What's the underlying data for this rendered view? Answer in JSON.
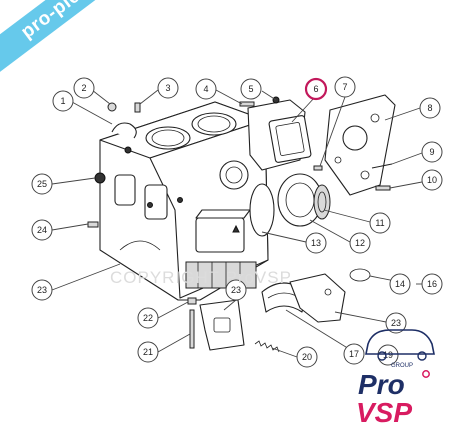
{
  "callouts": [
    {
      "label": "1"
    },
    {
      "label": "2"
    },
    {
      "label": "3"
    },
    {
      "label": "4"
    },
    {
      "label": "5"
    },
    {
      "label": "6"
    },
    {
      "label": "7"
    },
    {
      "label": "8"
    },
    {
      "label": "9"
    },
    {
      "label": "10"
    },
    {
      "label": "11"
    },
    {
      "label": "12"
    },
    {
      "label": "13"
    },
    {
      "label": "14"
    },
    {
      "label": "16"
    },
    {
      "label": "17"
    },
    {
      "label": "19"
    },
    {
      "label": "20"
    },
    {
      "label": "21"
    },
    {
      "label": "22"
    },
    {
      "label": "23"
    },
    {
      "label": "23"
    },
    {
      "label": "23"
    },
    {
      "label": "24"
    },
    {
      "label": "25"
    }
  ],
  "highlight_color": "#c2185b",
  "banner": {
    "text": "pro-pièce-vsp.com",
    "color": "#5ec7ea"
  },
  "watermark": {
    "text": "COPYRIGHT ProVSP"
  },
  "logo": {
    "group": "GROUP",
    "pro": "Pro",
    "vsp": "VSP",
    "color_dark": "#1e2f66",
    "color_accent": "#d81b60"
  }
}
